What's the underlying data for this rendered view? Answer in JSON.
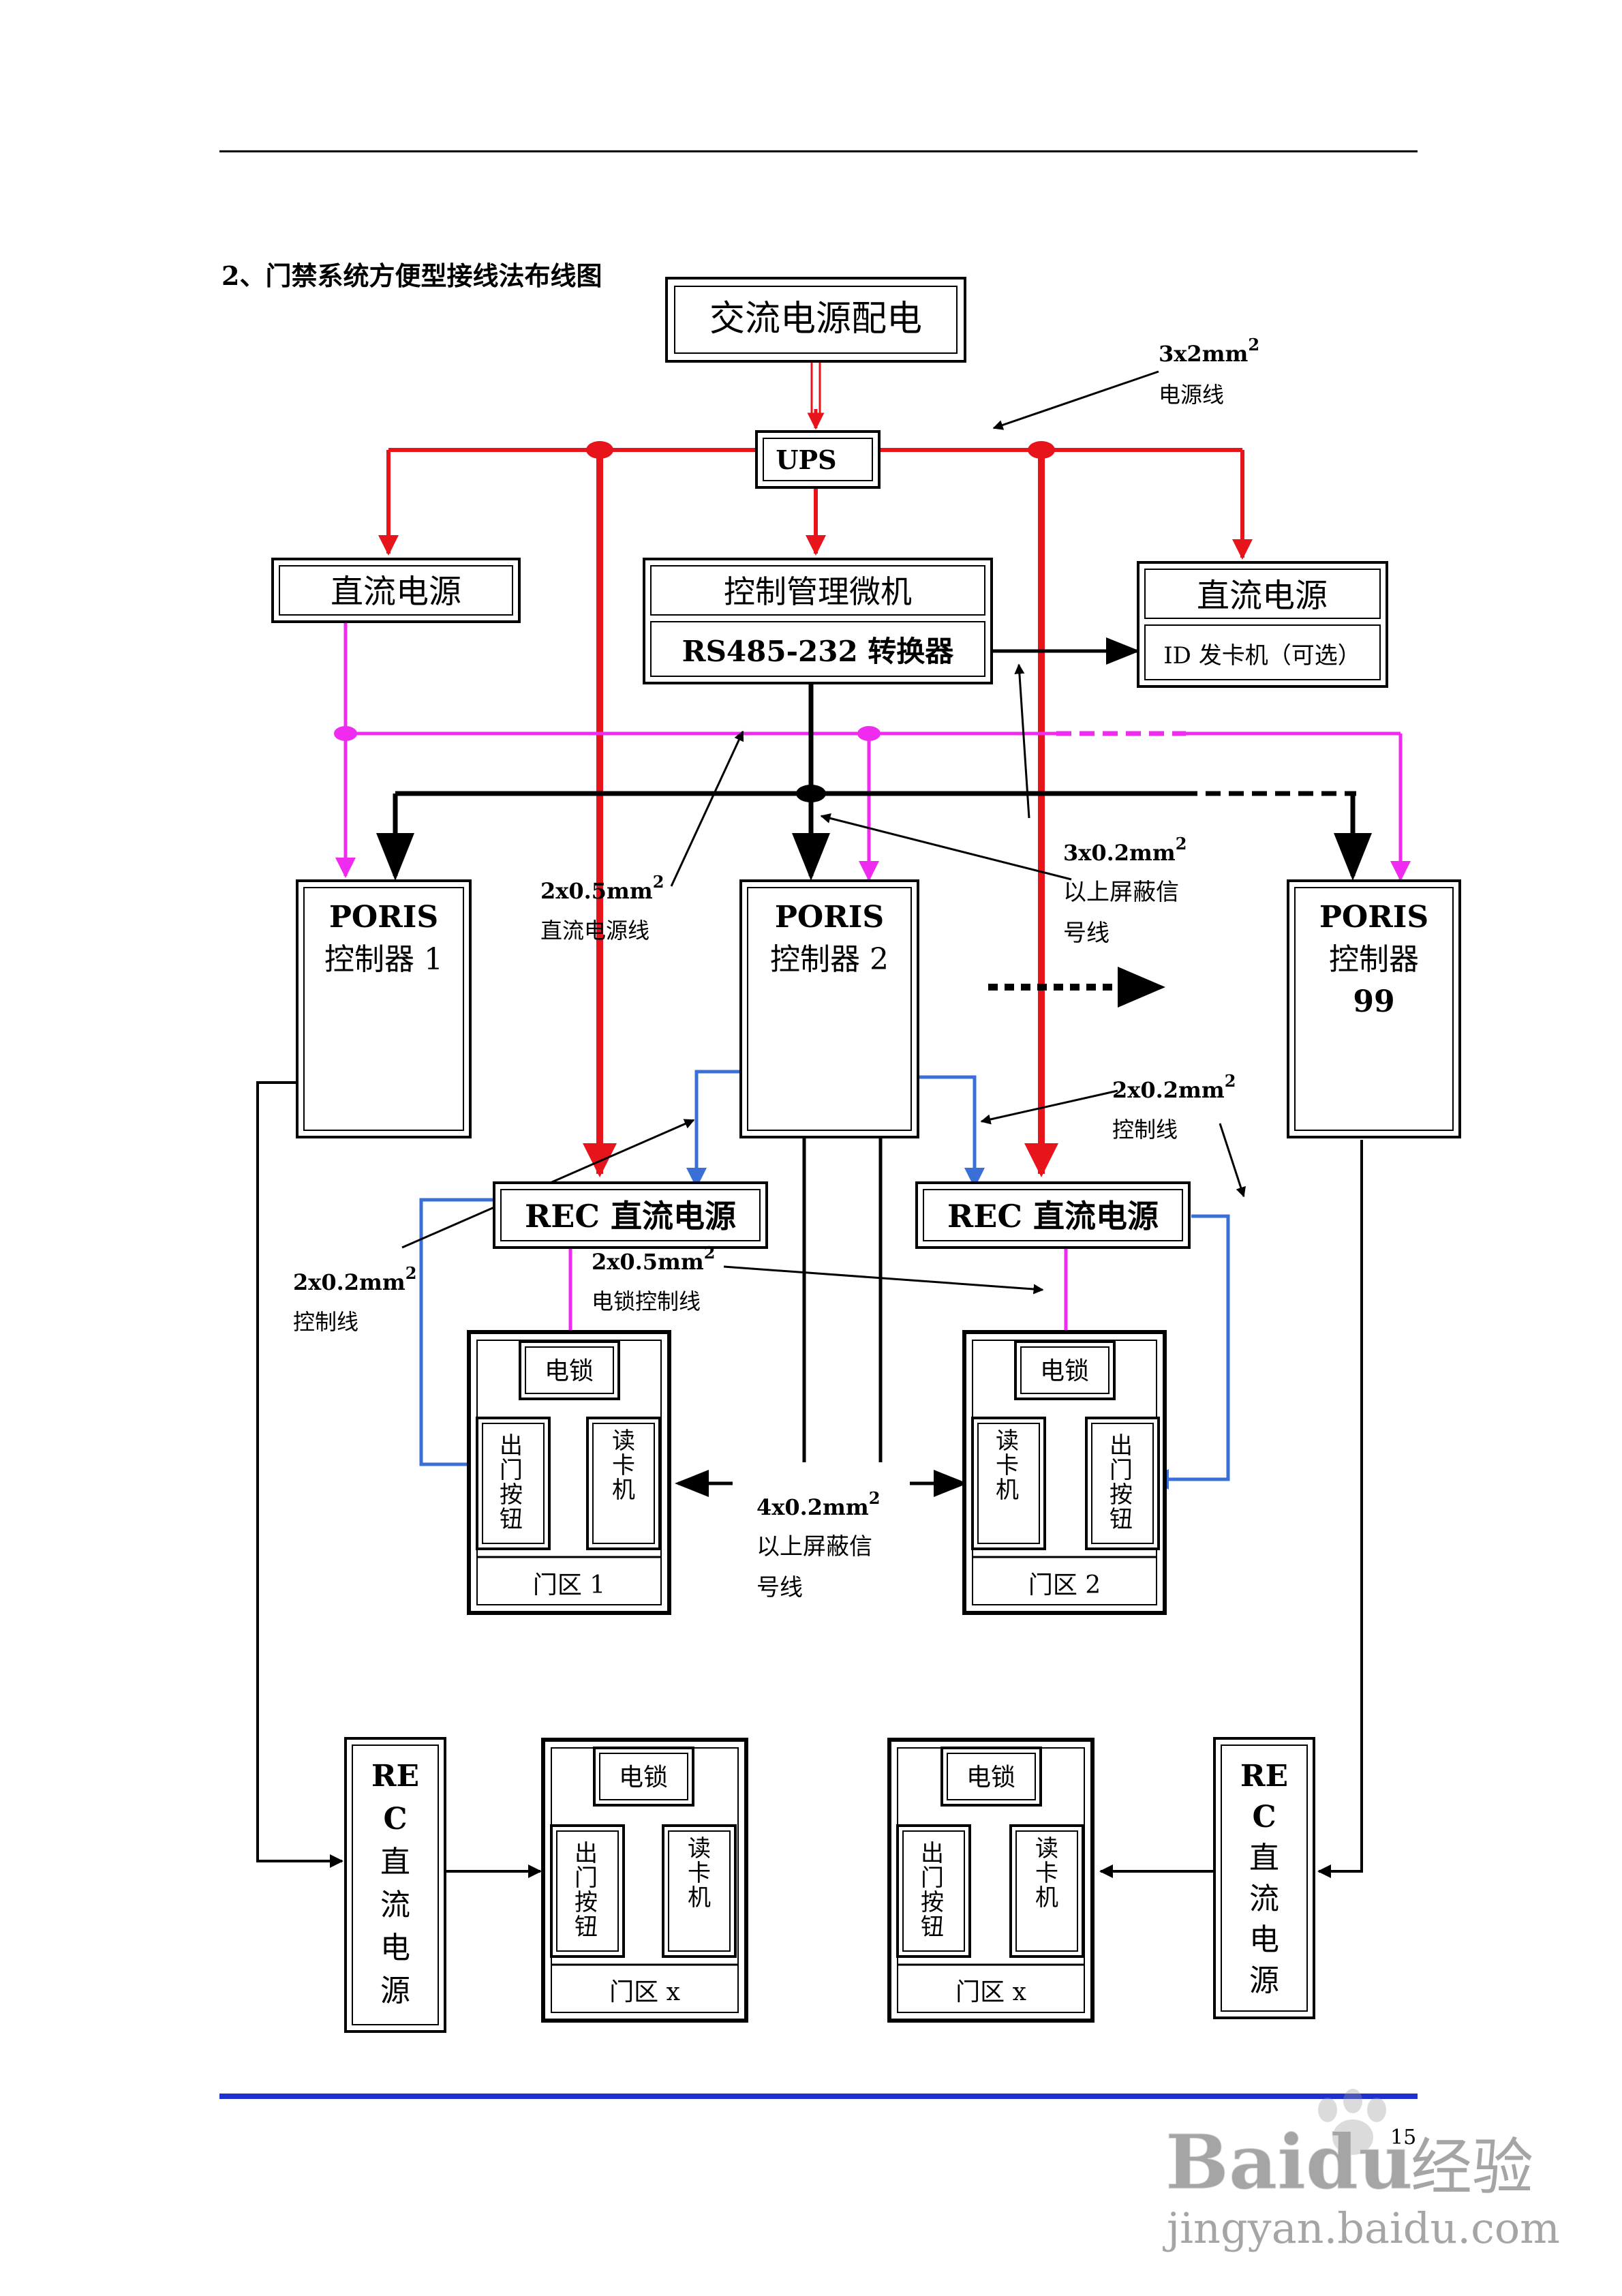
{
  "page": {
    "section_title": "2、门禁系统方便型接线法布线图",
    "page_number": "15"
  },
  "boxes": {
    "ac_power": "交流电源配电",
    "ups": "UPS",
    "dc_left": "直流电源",
    "pc": "控制管理微机",
    "converter": "RS485-232 转换器",
    "dc_right": "直流电源",
    "id_issuer": "ID 发卡机（可选）",
    "poris1": [
      "PORIS",
      "控制器 1"
    ],
    "poris2": [
      "PORIS",
      "控制器 2"
    ],
    "poris99": [
      "PORIS",
      "控制器",
      "99"
    ],
    "rec1": "REC 直流电源",
    "rec2": "REC 直流电源",
    "rec_vertical": [
      "RE",
      "C",
      "直",
      "流",
      "电",
      "源"
    ]
  },
  "doors": {
    "lock": "电锁",
    "exit_button": [
      "出",
      "门",
      "按",
      "钮"
    ],
    "reader": [
      "读",
      "卡",
      "机"
    ],
    "zone1": "门区 1",
    "zone2": "门区 2",
    "zonex": "门区 x"
  },
  "labels": {
    "power_cable": {
      "spec": "3x2mm",
      "sup": "2",
      "name": "电源线"
    },
    "dc_cable": {
      "spec": "2x0.5mm",
      "sup": "2",
      "name": "直流电源线"
    },
    "shield_3": {
      "spec": "3x0.2mm",
      "sup": "2",
      "line1": "以上屏蔽信",
      "line2": "号线"
    },
    "ctrl_right": {
      "spec": "2x0.2mm",
      "sup": "2",
      "name": "控制线"
    },
    "ctrl_left": {
      "spec": "2x0.2mm",
      "sup": "2",
      "name": "控制线"
    },
    "lock_cable": {
      "spec": "2x0.5mm",
      "sup": "2",
      "name": "电锁控制线"
    },
    "shield_4": {
      "spec": "4x0.2mm",
      "sup": "2",
      "line1": "以上屏蔽信",
      "line2": "号线"
    }
  },
  "watermark": {
    "brand": "Bai",
    "brand2": "du",
    "cn": "经验",
    "url": "jingyan.baidu.com"
  },
  "colors": {
    "power": "#e8141b",
    "dc": "#ee2bee",
    "control": "#3a6fd8",
    "bus": "#000000",
    "rule_bottom": "#1f2fd0"
  }
}
